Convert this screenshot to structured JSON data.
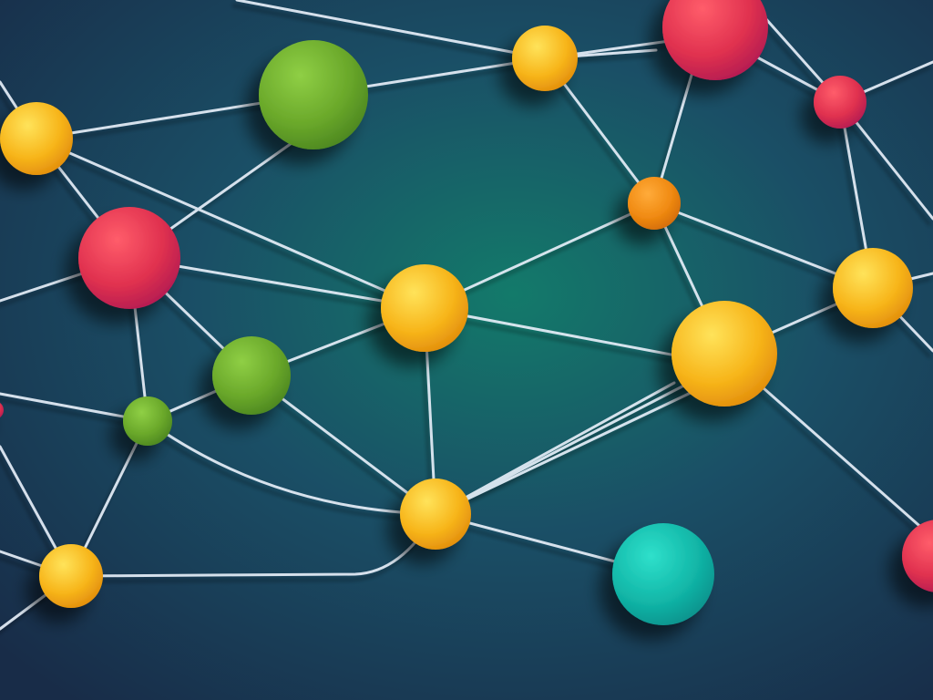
{
  "palette": {
    "background_center": "#137a6a",
    "background_edge": "#182c48",
    "edge": "#e6eef8",
    "edge_glow": "#7fb4ff",
    "yellow": "#f7b51a",
    "yellow_light": "#ffe35a",
    "red": "#e0314f",
    "red_light": "#ff5d6a",
    "green": "#6aa82a",
    "green_light": "#8fcf45",
    "orange": "#f08a12",
    "teal": "#12b7a8",
    "teal_light": "#2fe0cb"
  },
  "nodes": [
    {
      "id": "n-yellow-left",
      "color": "yellow"
    },
    {
      "id": "n-green-top",
      "color": "green"
    },
    {
      "id": "n-yellow-top",
      "color": "yellow"
    },
    {
      "id": "n-red-top-right",
      "color": "red"
    },
    {
      "id": "n-red-small-right",
      "color": "red"
    },
    {
      "id": "n-orange-center",
      "color": "orange"
    },
    {
      "id": "n-red-left",
      "color": "red"
    },
    {
      "id": "n-yellow-center",
      "color": "yellow"
    },
    {
      "id": "n-yellow-right",
      "color": "yellow"
    },
    {
      "id": "n-yellow-large-right",
      "color": "yellow"
    },
    {
      "id": "n-green-mid",
      "color": "green"
    },
    {
      "id": "n-green-small",
      "color": "green"
    },
    {
      "id": "n-yellow-bottom-center",
      "color": "yellow"
    },
    {
      "id": "n-yellow-bottom-left",
      "color": "yellow"
    },
    {
      "id": "n-teal-bottom",
      "color": "teal"
    },
    {
      "id": "n-red-edge-right",
      "color": "red"
    }
  ]
}
